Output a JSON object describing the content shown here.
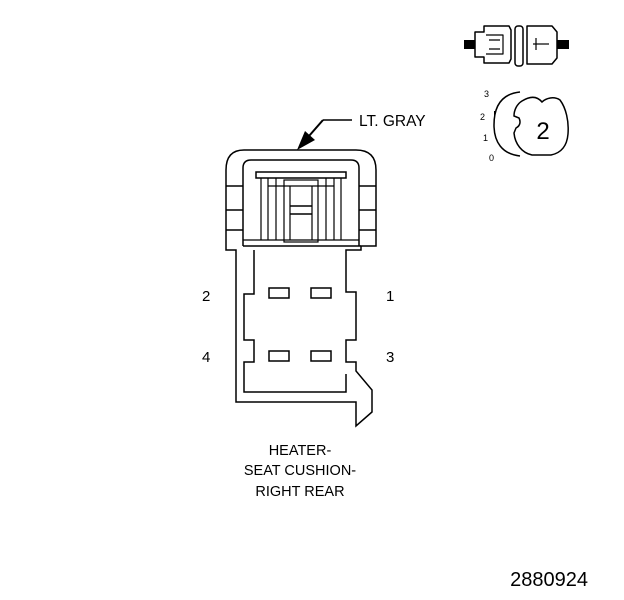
{
  "connector": {
    "color_label": "LT. GRAY",
    "pins": {
      "pin_1": "1",
      "pin_2": "2",
      "pin_3": "3",
      "pin_4": "4"
    },
    "caption": {
      "line1": "HEATER-",
      "line2": "SEAT CUSHION-",
      "line3": "RIGHT REAR"
    }
  },
  "position_indicator": {
    "scale": [
      "3",
      "2",
      "1",
      "0"
    ],
    "selected": "2"
  },
  "figure_number": "2880924",
  "colors": {
    "line": "#000000",
    "background": "#ffffff"
  }
}
